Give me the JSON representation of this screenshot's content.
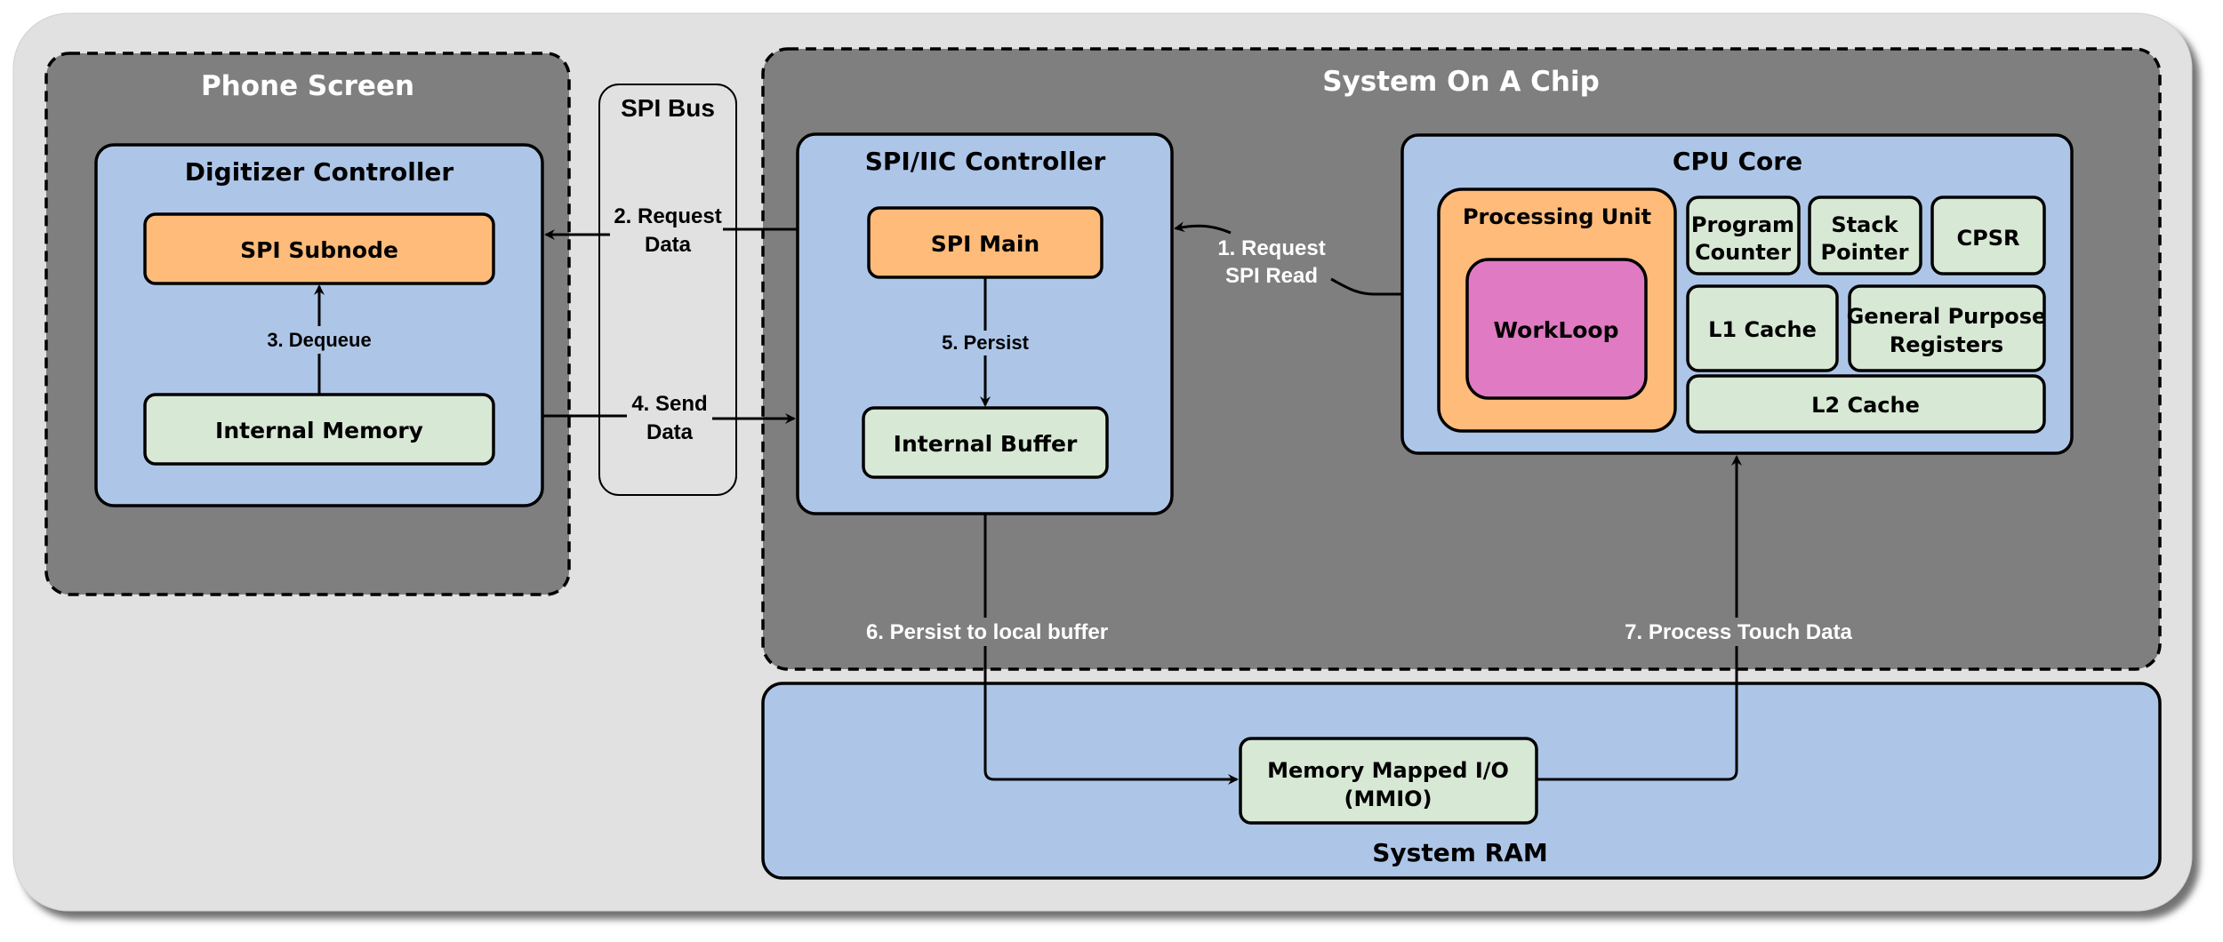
{
  "diagram": {
    "title_phone_screen": "Phone Screen",
    "title_soc": "System On A Chip",
    "title_spi_bus": "SPI Bus",
    "title_system_ram": "System RAM",
    "colors": {
      "canvas": "#e1e1e1",
      "group_dark": "#7f7f7f",
      "container_blue": "#adc6e8",
      "node_orange": "#ffbb7a",
      "node_green": "#d7e8d4",
      "node_pink": "#e07ac2",
      "stroke": "#000000"
    },
    "phone_screen": {
      "digitizer_controller": {
        "title": "Digitizer Controller",
        "spi_subnode": "SPI Subnode",
        "internal_memory": "Internal Memory"
      }
    },
    "soc": {
      "spi_iic_controller": {
        "title": "SPI/IIC Controller",
        "spi_main": "SPI Main",
        "internal_buffer": "Internal Buffer"
      },
      "cpu_core": {
        "title": "CPU Core",
        "processing_unit": "Processing Unit",
        "workloop": "WorkLoop",
        "program_counter": [
          "Program",
          "Counter"
        ],
        "stack_pointer": [
          "Stack",
          "Pointer"
        ],
        "cpsr": "CPSR",
        "l1_cache": "L1 Cache",
        "general_purpose_registers": [
          "General Purpose",
          "Registers"
        ],
        "l2_cache": "L2 Cache"
      }
    },
    "system_ram": {
      "mmio": [
        "Memory Mapped I/O",
        "(MMIO)"
      ]
    },
    "edges": {
      "step1": [
        "1. Request",
        "SPI Read"
      ],
      "step2": [
        "2. Request",
        "Data"
      ],
      "step3": "3. Dequeue",
      "step4": [
        "4. Send",
        "Data"
      ],
      "step5": "5. Persist",
      "step6": "6. Persist to local buffer",
      "step7": "7. Process Touch Data"
    }
  }
}
